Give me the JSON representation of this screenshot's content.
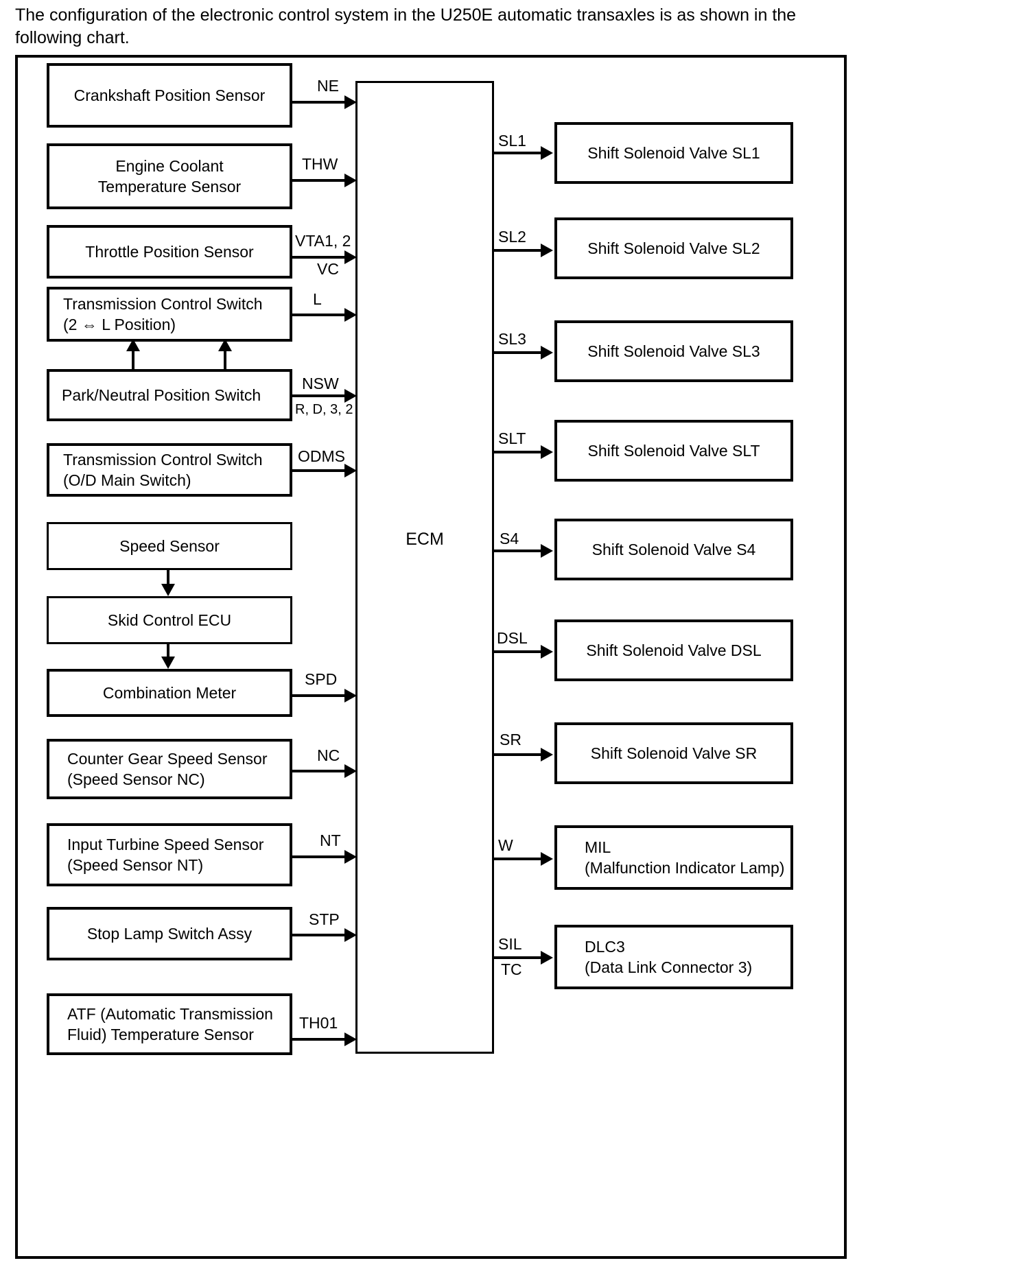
{
  "intro": {
    "text": "The configuration of the electronic control system in the U250E automatic transaxles is as shown in the following chart."
  },
  "diagram": {
    "ecm": {
      "label": "ECM"
    },
    "inputs": [
      {
        "name": "crankshaft-position-sensor",
        "lines": [
          "Crankshaft Position Sensor"
        ],
        "signal_top": "NE",
        "signal_bottom": ""
      },
      {
        "name": "engine-coolant-temperature-sensor",
        "lines": [
          "Engine Coolant",
          "Temperature Sensor"
        ],
        "signal_top": "THW",
        "signal_bottom": ""
      },
      {
        "name": "throttle-position-sensor",
        "lines": [
          "Throttle Position Sensor"
        ],
        "signal_top": "VTA1, 2",
        "signal_bottom": "VC"
      },
      {
        "name": "transmission-control-switch-2l",
        "lines": [
          "Transmission Control Switch",
          "(2 ⇔ L Position)"
        ],
        "signal_top": "L",
        "signal_bottom": ""
      },
      {
        "name": "park-neutral-position-switch",
        "lines": [
          "Park/Neutral Position Switch"
        ],
        "signal_top": "NSW",
        "signal_bottom": "R, D, 3, 2"
      },
      {
        "name": "transmission-control-switch-od",
        "lines": [
          "Transmission Control Switch",
          "(O/D Main Switch)"
        ],
        "signal_top": "ODMS",
        "signal_bottom": ""
      },
      {
        "name": "speed-sensor",
        "lines": [
          "Speed Sensor"
        ],
        "signal_top": "",
        "signal_bottom": ""
      },
      {
        "name": "skid-control-ecu",
        "lines": [
          "Skid Control ECU"
        ],
        "signal_top": "",
        "signal_bottom": ""
      },
      {
        "name": "combination-meter",
        "lines": [
          "Combination Meter"
        ],
        "signal_top": "SPD",
        "signal_bottom": ""
      },
      {
        "name": "counter-gear-speed-sensor",
        "lines": [
          "Counter Gear Speed Sensor",
          "(Speed Sensor NC)"
        ],
        "signal_top": "NC",
        "signal_bottom": ""
      },
      {
        "name": "input-turbine-speed-sensor",
        "lines": [
          "Input Turbine Speed Sensor",
          "(Speed Sensor NT)"
        ],
        "signal_top": "NT",
        "signal_bottom": ""
      },
      {
        "name": "stop-lamp-switch-assy",
        "lines": [
          "Stop Lamp Switch Assy"
        ],
        "signal_top": "STP",
        "signal_bottom": ""
      },
      {
        "name": "atf-temperature-sensor",
        "lines": [
          "ATF (Automatic Transmission",
          "Fluid) Temperature Sensor"
        ],
        "signal_top": "TH01",
        "signal_bottom": ""
      }
    ],
    "outputs": [
      {
        "name": "shift-solenoid-valve-sl1",
        "lines": [
          "Shift Solenoid Valve SL1"
        ],
        "signal_top": "SL1",
        "signal_bottom": ""
      },
      {
        "name": "shift-solenoid-valve-sl2",
        "lines": [
          "Shift Solenoid Valve SL2"
        ],
        "signal_top": "SL2",
        "signal_bottom": ""
      },
      {
        "name": "shift-solenoid-valve-sl3",
        "lines": [
          "Shift Solenoid Valve SL3"
        ],
        "signal_top": "SL3",
        "signal_bottom": ""
      },
      {
        "name": "shift-solenoid-valve-slt",
        "lines": [
          "Shift Solenoid Valve SLT"
        ],
        "signal_top": "SLT",
        "signal_bottom": ""
      },
      {
        "name": "shift-solenoid-valve-s4",
        "lines": [
          "Shift Solenoid Valve S4"
        ],
        "signal_top": "S4",
        "signal_bottom": ""
      },
      {
        "name": "shift-solenoid-valve-dsl",
        "lines": [
          "Shift Solenoid Valve DSL"
        ],
        "signal_top": "DSL",
        "signal_bottom": ""
      },
      {
        "name": "shift-solenoid-valve-sr",
        "lines": [
          "Shift Solenoid Valve SR"
        ],
        "signal_top": "SR",
        "signal_bottom": ""
      },
      {
        "name": "mil",
        "lines": [
          "MIL",
          "(Malfunction Indicator Lamp)"
        ],
        "signal_top": "W",
        "signal_bottom": ""
      },
      {
        "name": "dlc3",
        "lines": [
          "DLC3",
          "(Data Link Connector 3)"
        ],
        "signal_top": "SIL",
        "signal_bottom": "TC"
      }
    ]
  }
}
